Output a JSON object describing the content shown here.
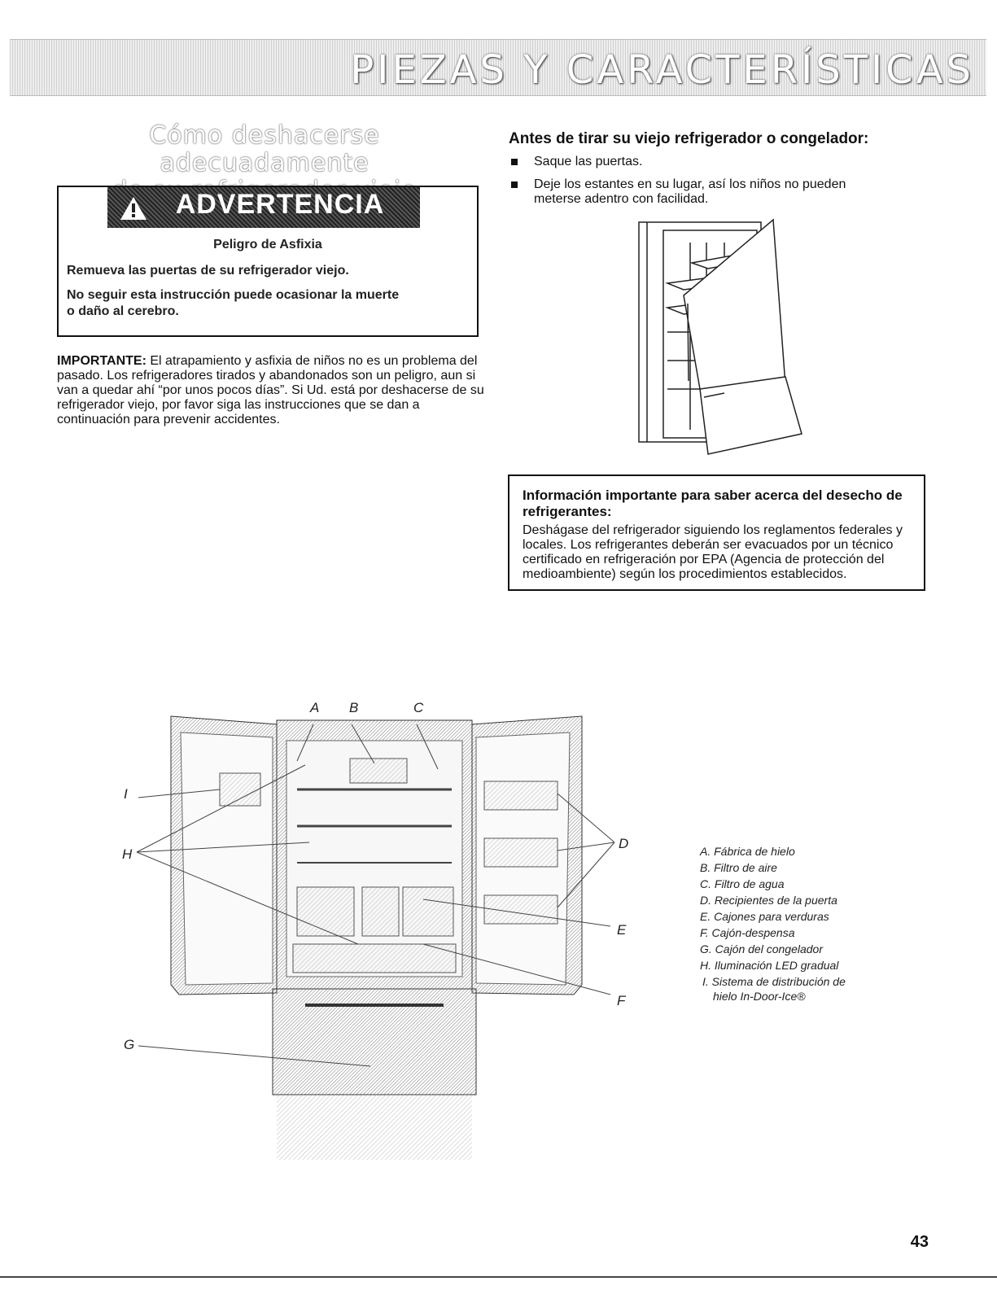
{
  "header": {
    "title": "PIEZAS Y CARACTERÍSTICAS"
  },
  "left": {
    "heading_line1": "Cómo deshacerse adecuadamente",
    "heading_line2": "de su refrigerador viejo",
    "warning": {
      "title": "ADVERTENCIA",
      "subtitle": "Peligro de Asfixia",
      "line1": "Remueva las puertas de su refrigerador viejo.",
      "line2a": "No seguir esta instrucción puede ocasionar la muerte",
      "line2b": "o daño al cerebro."
    },
    "importante_label": "IMPORTANTE:",
    "importante_text": " El atrapamiento y asfixia de niños no es un problema del pasado. Los refrigeradores tirados y abandonados son un peligro, aun si van a quedar ahí “por unos pocos días”. Si Ud. está por deshacerse de su refrigerador viejo, por favor siga las instrucciones que se dan a continuación para prevenir accidentes."
  },
  "right": {
    "heading": "Antes de tirar su viejo refrigerador o congelador:",
    "bullets": [
      "Saque las puertas.",
      "Deje los estantes en su lugar, así los niños no pueden meterse adentro con facilidad."
    ],
    "info": {
      "title": "Información importante para saber acerca del desecho de refrigerantes:",
      "body": "Deshágase del refrigerador siguiendo los reglamentos federales y locales. Los refrigerantes deberán ser evacuados por un técnico certificado en refrigeración por EPA (Agencia de protección del medioambiente) según los procedimientos establecidos."
    }
  },
  "diagram": {
    "letters": [
      "A",
      "B",
      "C",
      "D",
      "E",
      "F",
      "G",
      "H",
      "I"
    ],
    "legend": [
      "A. Fábrica de hielo",
      "B. Filtro de aire",
      "C. Filtro de agua",
      "D. Recipientes de la puerta",
      "E. Cajones para verduras",
      "F. Cajón-despensa",
      "G. Cajón del congelador",
      "H. Iluminación LED gradual",
      "I. Sistema de distribución de",
      "hielo In-Door-Ice®"
    ]
  },
  "footer": {
    "page_number": "43"
  }
}
